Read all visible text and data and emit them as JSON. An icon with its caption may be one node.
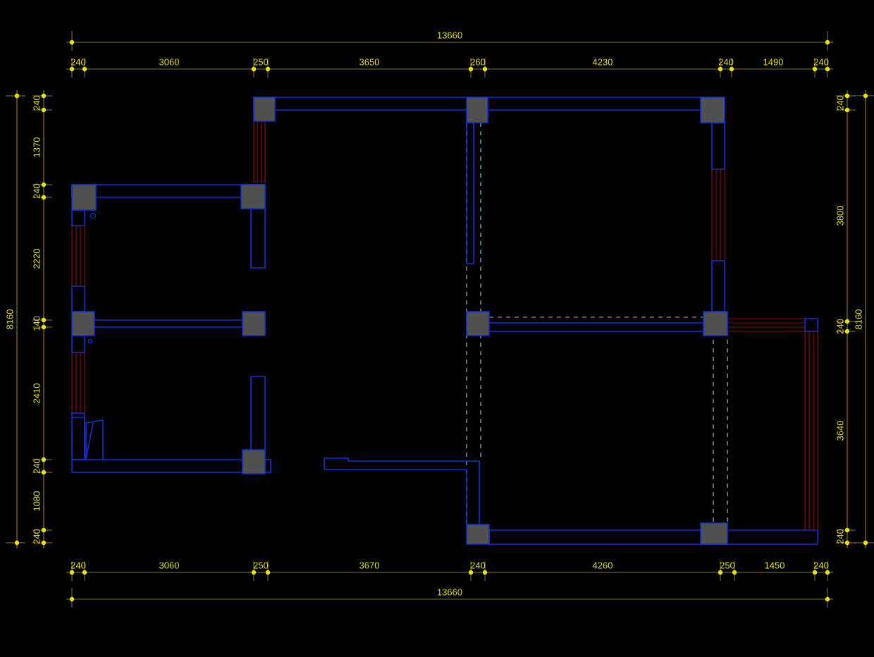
{
  "diagram": {
    "labels": [
      "13660",
      "240",
      "3060",
      "250",
      "3650",
      "260",
      "4230",
      "240",
      "1490",
      "240",
      "8160",
      "240",
      "1370",
      "240",
      "2220",
      "140",
      "2410",
      "240",
      "1080",
      "240",
      "240",
      "3800",
      "240",
      "3640",
      "240",
      "8160",
      "240",
      "3060",
      "250",
      "3670",
      "240",
      "4260",
      "250",
      "1450",
      "240",
      "13660"
    ]
  }
}
